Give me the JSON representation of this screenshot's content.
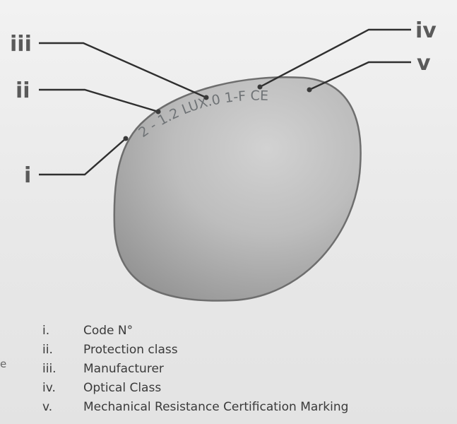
{
  "diagram": {
    "callouts": [
      {
        "id": "iii",
        "label": "iii"
      },
      {
        "id": "ii",
        "label": "ii"
      },
      {
        "id": "i",
        "label": "i"
      },
      {
        "id": "iv",
        "label": "iv"
      },
      {
        "id": "v",
        "label": "v"
      }
    ],
    "lens_marking": "2 - 1.2 LUX.0 1-F CE",
    "lens_colors": {
      "light": "#d2d2d2",
      "dark": "#8e8e8e",
      "edge": "#6e6e6e"
    }
  },
  "legend": [
    {
      "num": "i.",
      "text": "Code N°"
    },
    {
      "num": "ii.",
      "text": "Protection class"
    },
    {
      "num": "iii.",
      "text": "Manufacturer"
    },
    {
      "num": "iv.",
      "text": "Optical Class"
    },
    {
      "num": "v.",
      "text": "Mechanical Resistance Certification Marking"
    }
  ],
  "edge_text": "e"
}
